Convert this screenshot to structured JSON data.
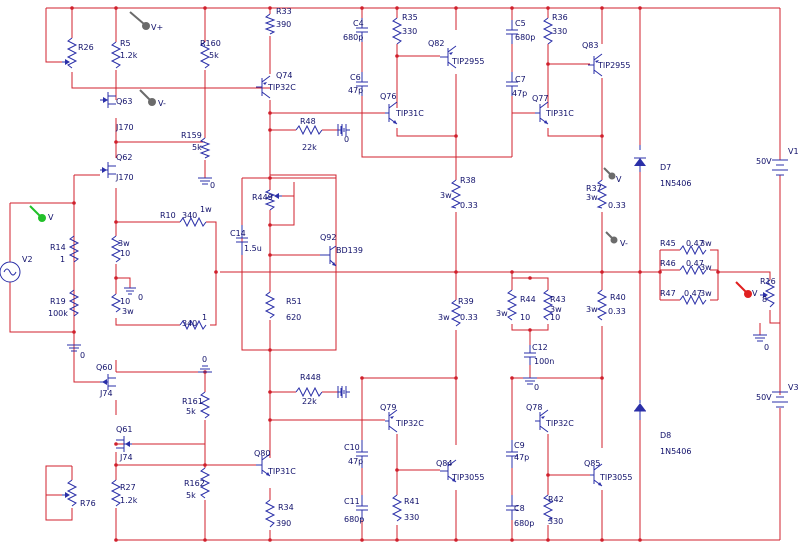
{
  "labels": {
    "R26": "R26",
    "R5": "R5",
    "R5v": "1.2k",
    "R160": "R160",
    "R160v": "5k",
    "R33": "R33",
    "R33v": "390",
    "C4": "C4",
    "C4v": "680p",
    "R35": "R35",
    "R35v": "330",
    "C5": "C5",
    "C5v": "680p",
    "R36": "R36",
    "R36v": "330",
    "Q82": "Q82",
    "Q82v": "TIP2955",
    "Q83": "Q83",
    "Q83v": "TIP2955",
    "Q74": "Q74",
    "Q74v": "TIP32C",
    "C6": "C6",
    "C6v": "47p",
    "C7": "C7",
    "C7v": "47p",
    "Q76": "Q76",
    "Q76v": "TIP31C",
    "Q77": "Q77",
    "Q77v": "TIP31C",
    "Q63": "Q63",
    "Q63v": "J170",
    "Q62": "Q62",
    "Q62v": "J170",
    "R159": "R159",
    "R159v": "5k",
    "R48": "R48",
    "R48v": "22k",
    "gnd0a": "0",
    "R449": "R449",
    "R38": "R38",
    "R38v": "0.33",
    "R38w": "3w",
    "R37": "R37",
    "R37v": "0.33",
    "R37w": "3w",
    "D7": "D7",
    "D7v": "1N5406",
    "V1": "V1",
    "V1v": "50V",
    "R10": "R10",
    "R10v": "340",
    "R10w": "1w",
    "C14": "C14",
    "C14v": "1.5u",
    "Q92": "Q92",
    "Q92v": "BD139",
    "R14": "R14",
    "R14v": "1",
    "V2": "V2",
    "R19": "R19",
    "R19v": "100k",
    "Rs1v": "10",
    "Rs1w": "3w",
    "Rs2v": "10",
    "Rs2w": "3w",
    "gnd0b": "0",
    "R45": "R45",
    "R45v": "0.47",
    "R45w": "3w",
    "R46": "R46",
    "R46v": "0.47",
    "R46w": "3w",
    "R47": "R47",
    "R47v": "0.47",
    "R47w": "3w",
    "R16": "R16",
    "R16v": "8",
    "R51": "R51",
    "R51v": "620",
    "R44": "R44",
    "R44v": "10",
    "R44w": "3w",
    "R43": "R43",
    "R43v": "10",
    "R43w": "3w",
    "R39": "R39",
    "R39v": "0.33",
    "R39w": "3w",
    "R40": "R40",
    "R40v": "0.33",
    "R40w": "3w",
    "R11v": "340",
    "R11w": "1",
    "C12": "C12",
    "C12v": "100n",
    "gnd0c": "0",
    "gnd0d": "0",
    "gnd0e": "0",
    "Q60": "Q60",
    "Q60v": "J74",
    "Q61": "Q61",
    "Q61v": "J74",
    "R448": "R448",
    "R448v": "22k",
    "gnd0f": "0",
    "gnd0g": "0",
    "R161": "R161",
    "R161v": "5k",
    "V3": "V3",
    "V3v": "50V",
    "Q79": "Q79",
    "Q79v": "TIP32C",
    "Q78": "Q78",
    "Q78v": "TIP32C",
    "D8": "D8",
    "D8v": "1N5406",
    "C10": "C10",
    "C10v": "47p",
    "C9": "C9",
    "C9v": "47p",
    "Q84": "Q84",
    "Q84v": "TIP3055",
    "Q85": "Q85",
    "Q85v": "TIP3055",
    "Q80": "Q80",
    "Q80v": "TIP31C",
    "R162": "R162",
    "R162v": "5k",
    "R76": "R76",
    "R27": "R27",
    "R27v": "1.2k",
    "C11": "C11",
    "C11v": "680p",
    "R41": "R41",
    "R41v": "330",
    "C8": "C8",
    "C8v": "680p",
    "R42": "R42",
    "R42v": "330",
    "R34": "R34",
    "R34v": "390",
    "probe_vplus": "V+",
    "probe_vminus1": "V-",
    "probe_vminus2": "V-",
    "probe_vgreen": "V",
    "probe_vred": "V",
    "probe_v37": "V"
  },
  "colors": {
    "wire": "#d0202c",
    "component": "#2a2fa8",
    "label": "#10106a",
    "probe_gray": "#6b6b6b",
    "probe_green": "#22c02a",
    "probe_red": "#e02020"
  }
}
